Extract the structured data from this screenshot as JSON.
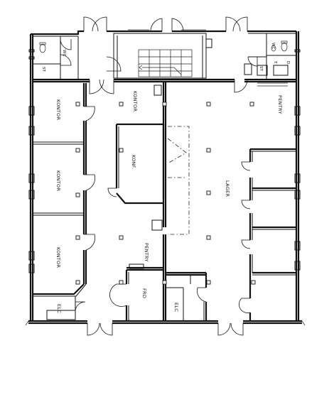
{
  "rooms": {
    "kontor_1": "KONTOR",
    "kontor_2": "KONTOR",
    "kontor_3": "KONTOR",
    "kontor_4": "KONTOR",
    "konf": "KONF.",
    "pentry_1": "PENTRY",
    "pentry_2": "PENTRY",
    "lager": "LAGER",
    "frd": "FRD",
    "elc_1": "ELC",
    "elc_2": "ELC",
    "wc_1": "WC",
    "wc_2": "WC",
    "st_1": "ST",
    "st_2": "ST",
    "t": "T.",
    "d": "D."
  }
}
